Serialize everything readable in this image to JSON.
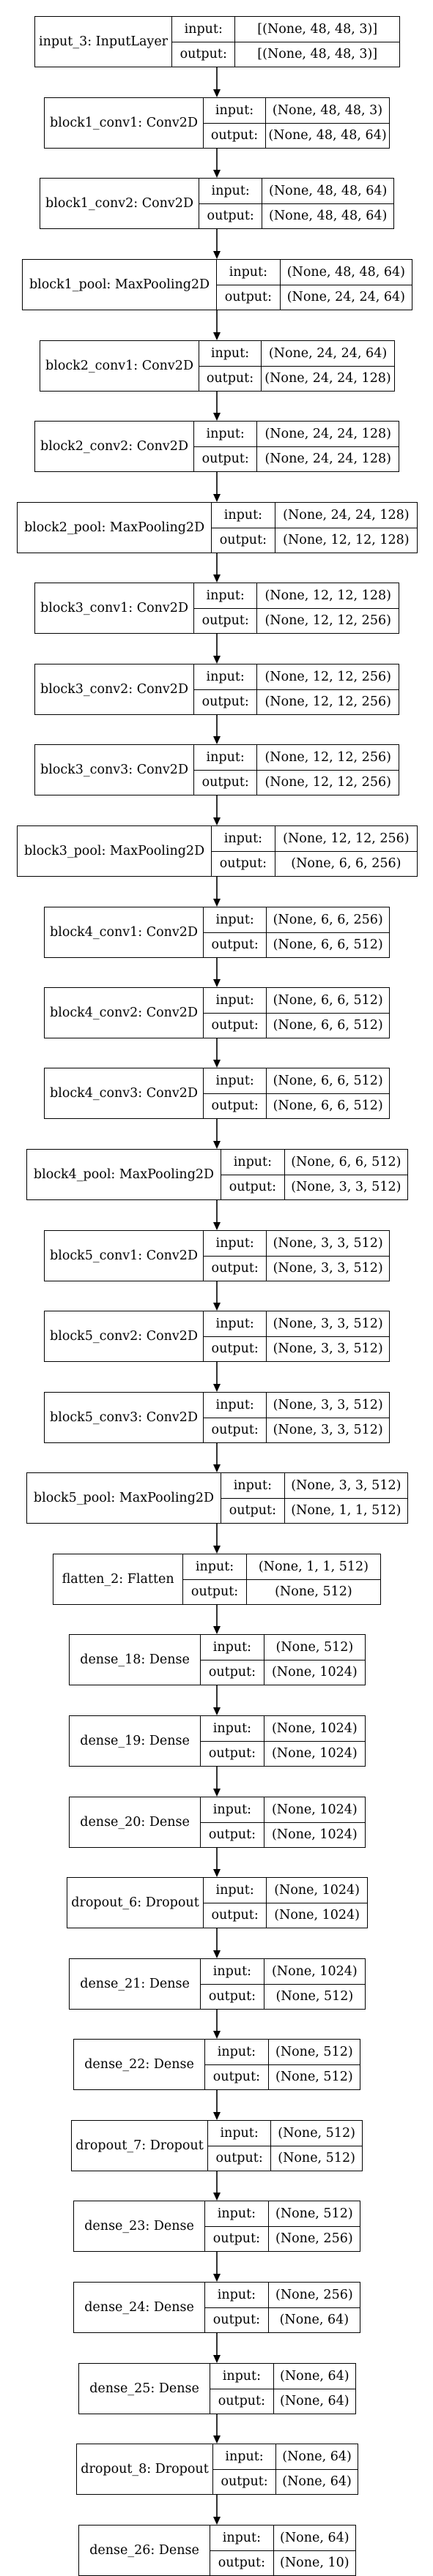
{
  "labels": {
    "input": "input:",
    "output": "output:"
  },
  "layers": [
    {
      "name": "input_3: InputLayer",
      "input": "[(None, 48, 48, 3)]",
      "output": "[(None, 48, 48, 3)]"
    },
    {
      "name": "block1_conv1: Conv2D",
      "input": "(None, 48, 48, 3)",
      "output": "(None, 48, 48, 64)"
    },
    {
      "name": "block1_conv2: Conv2D",
      "input": "(None, 48, 48, 64)",
      "output": "(None, 48, 48, 64)"
    },
    {
      "name": "block1_pool: MaxPooling2D",
      "input": "(None, 48, 48, 64)",
      "output": "(None, 24, 24, 64)"
    },
    {
      "name": "block2_conv1: Conv2D",
      "input": "(None, 24, 24, 64)",
      "output": "(None, 24, 24, 128)"
    },
    {
      "name": "block2_conv2: Conv2D",
      "input": "(None, 24, 24, 128)",
      "output": "(None, 24, 24, 128)"
    },
    {
      "name": "block2_pool: MaxPooling2D",
      "input": "(None, 24, 24, 128)",
      "output": "(None, 12, 12, 128)"
    },
    {
      "name": "block3_conv1: Conv2D",
      "input": "(None, 12, 12, 128)",
      "output": "(None, 12, 12, 256)"
    },
    {
      "name": "block3_conv2: Conv2D",
      "input": "(None, 12, 12, 256)",
      "output": "(None, 12, 12, 256)"
    },
    {
      "name": "block3_conv3: Conv2D",
      "input": "(None, 12, 12, 256)",
      "output": "(None, 12, 12, 256)"
    },
    {
      "name": "block3_pool: MaxPooling2D",
      "input": "(None, 12, 12, 256)",
      "output": "(None, 6, 6, 256)"
    },
    {
      "name": "block4_conv1: Conv2D",
      "input": "(None, 6, 6, 256)",
      "output": "(None, 6, 6, 512)"
    },
    {
      "name": "block4_conv2: Conv2D",
      "input": "(None, 6, 6, 512)",
      "output": "(None, 6, 6, 512)"
    },
    {
      "name": "block4_conv3: Conv2D",
      "input": "(None, 6, 6, 512)",
      "output": "(None, 6, 6, 512)"
    },
    {
      "name": "block4_pool: MaxPooling2D",
      "input": "(None, 6, 6, 512)",
      "output": "(None, 3, 3, 512)"
    },
    {
      "name": "block5_conv1: Conv2D",
      "input": "(None, 3, 3, 512)",
      "output": "(None, 3, 3, 512)"
    },
    {
      "name": "block5_conv2: Conv2D",
      "input": "(None, 3, 3, 512)",
      "output": "(None, 3, 3, 512)"
    },
    {
      "name": "block5_conv3: Conv2D",
      "input": "(None, 3, 3, 512)",
      "output": "(None, 3, 3, 512)"
    },
    {
      "name": "block5_pool: MaxPooling2D",
      "input": "(None, 3, 3, 512)",
      "output": "(None, 1, 1, 512)"
    },
    {
      "name": "flatten_2: Flatten",
      "input": "(None, 1, 1, 512)",
      "output": "(None, 512)"
    },
    {
      "name": "dense_18: Dense",
      "input": "(None, 512)",
      "output": "(None, 1024)"
    },
    {
      "name": "dense_19: Dense",
      "input": "(None, 1024)",
      "output": "(None, 1024)"
    },
    {
      "name": "dense_20: Dense",
      "input": "(None, 1024)",
      "output": "(None, 1024)"
    },
    {
      "name": "dropout_6: Dropout",
      "input": "(None, 1024)",
      "output": "(None, 1024)"
    },
    {
      "name": "dense_21: Dense",
      "input": "(None, 1024)",
      "output": "(None, 512)"
    },
    {
      "name": "dense_22: Dense",
      "input": "(None, 512)",
      "output": "(None, 512)"
    },
    {
      "name": "dropout_7: Dropout",
      "input": "(None, 512)",
      "output": "(None, 512)"
    },
    {
      "name": "dense_23: Dense",
      "input": "(None, 512)",
      "output": "(None, 256)"
    },
    {
      "name": "dense_24: Dense",
      "input": "(None, 256)",
      "output": "(None, 64)"
    },
    {
      "name": "dense_25: Dense",
      "input": "(None, 64)",
      "output": "(None, 64)"
    },
    {
      "name": "dropout_8: Dropout",
      "input": "(None, 64)",
      "output": "(None, 64)"
    },
    {
      "name": "dense_26: Dense",
      "input": "(None, 64)",
      "output": "(None, 10)"
    }
  ]
}
